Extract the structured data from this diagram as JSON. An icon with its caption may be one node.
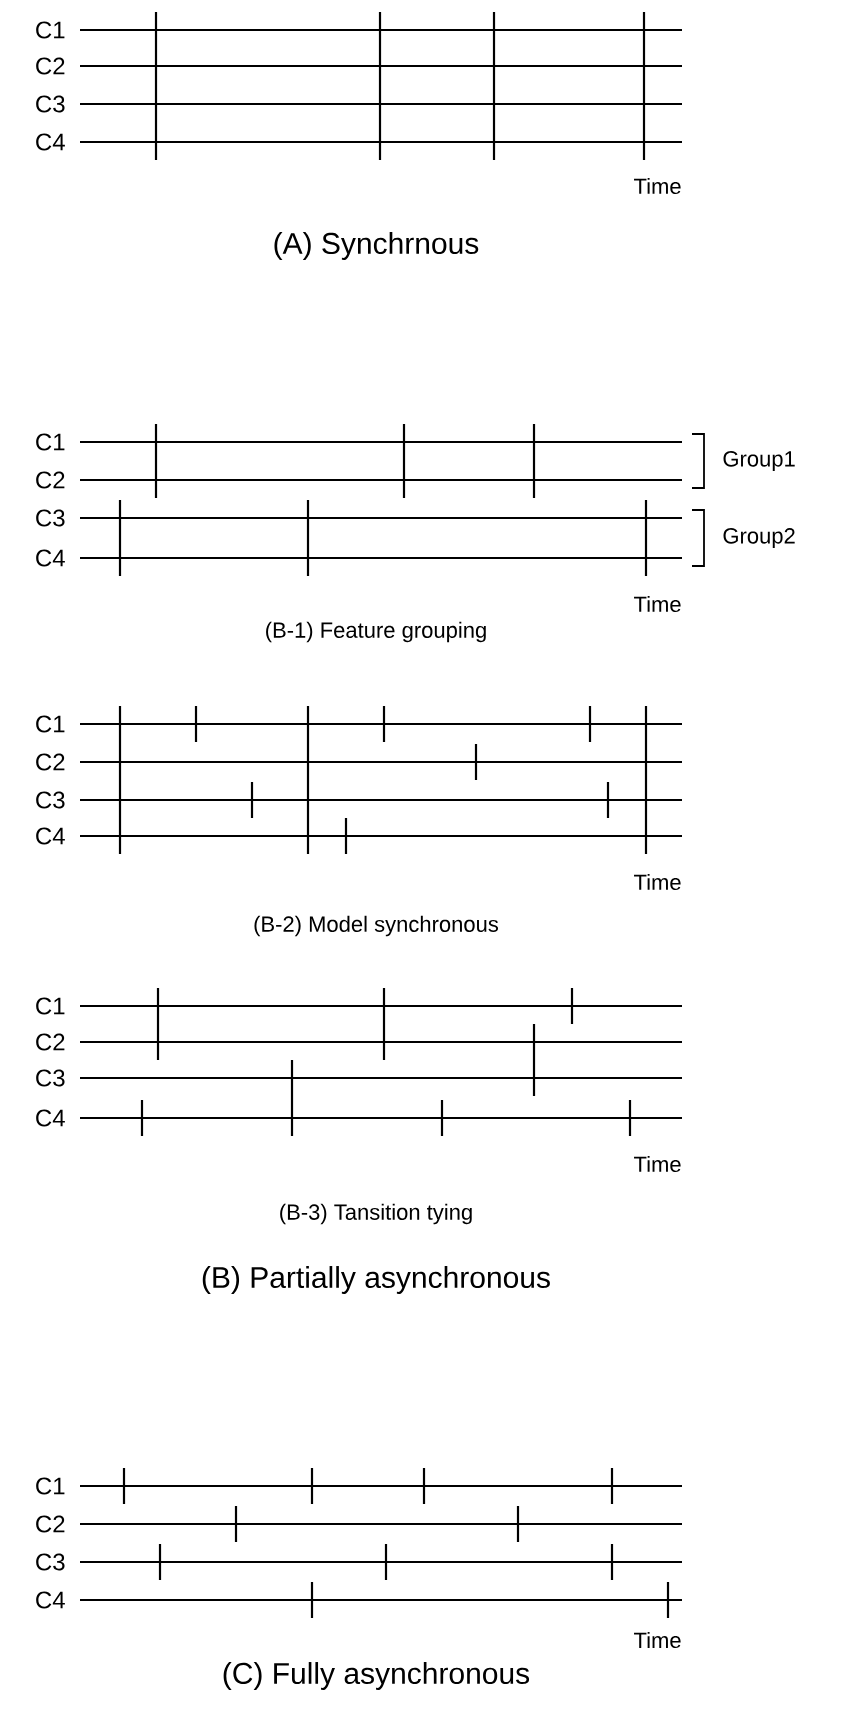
{
  "diagram": {
    "labels": [
      "C1",
      "C2",
      "C3",
      "C4",
      "Time",
      "(A) Synchrnous",
      "C1",
      "C2",
      "Group1",
      "C3",
      "C4",
      "Group2",
      "Time",
      "(B-1) Feature grouping",
      "C1",
      "C2",
      "C3",
      "C4",
      "Time",
      "(B-2) Model synchronous",
      "C1",
      "C2",
      "C3",
      "C4",
      "Time",
      "(B-3) Tansition tying",
      "(B) Partially asynchronous",
      "C1",
      "C2",
      "C3",
      "C4",
      "Time",
      "(C) Fully asynchronous"
    ]
  }
}
